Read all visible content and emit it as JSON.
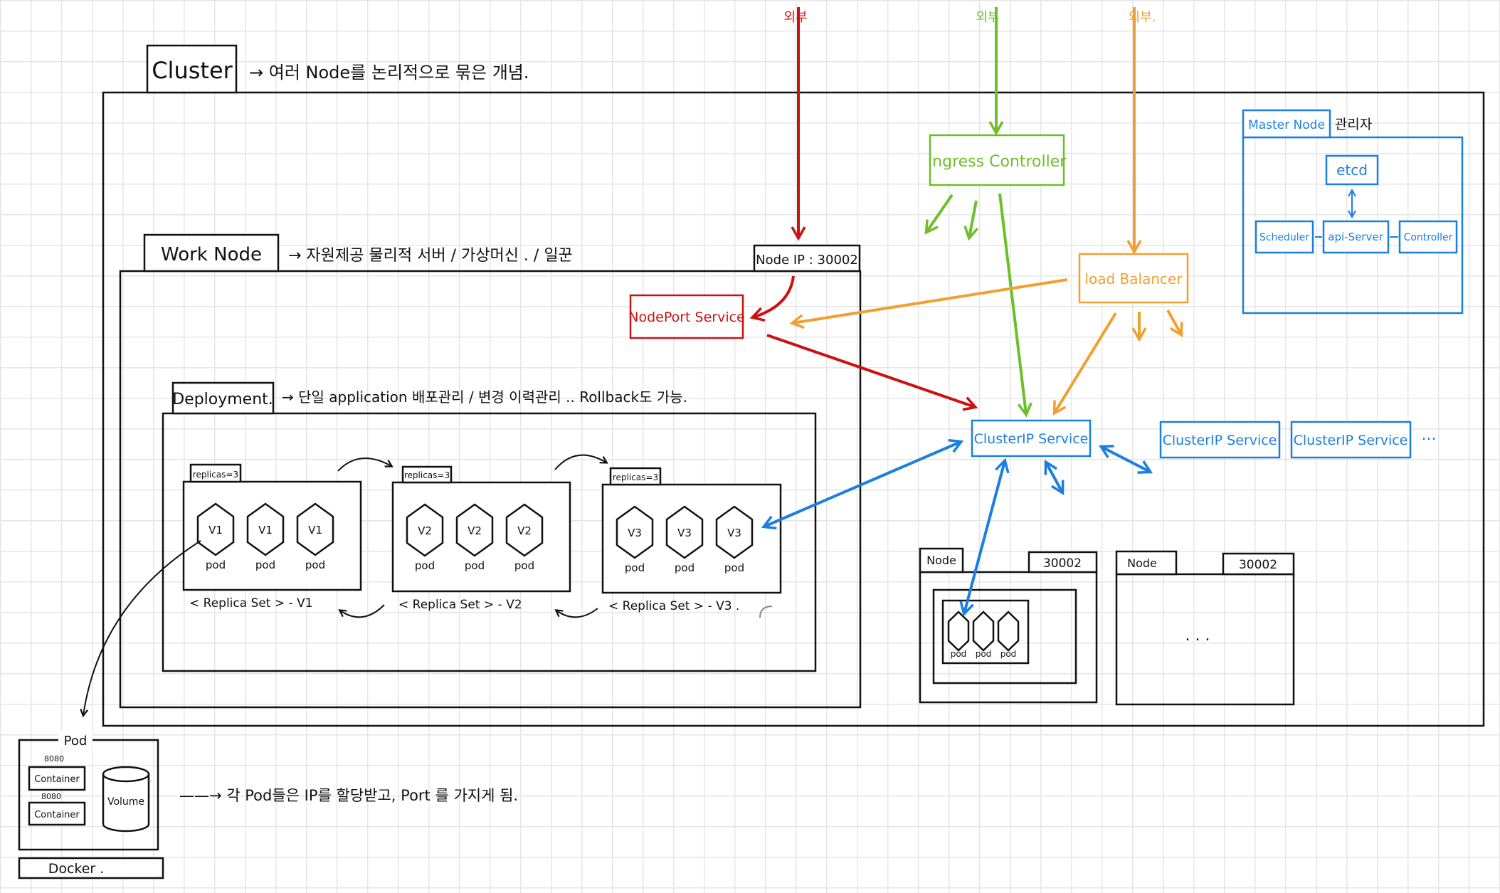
{
  "cluster": {
    "tab": "Cluster",
    "note": "→ 여러 Node를 논리적으로 묶은 개념."
  },
  "external": [
    "외부",
    "외부",
    "외부."
  ],
  "ingress": {
    "label": "Ingress Controller"
  },
  "load_balancer": {
    "label": "load Balancer"
  },
  "master": {
    "tab": "Master Node",
    "note": "관리자",
    "etcd": "etcd",
    "scheduler": "Scheduler",
    "api_server": "api-Server",
    "controller": "Controller"
  },
  "work_node": {
    "tab": "Work Node",
    "note": "→ 자원제공 물리적 서버 / 가상머신 . / 일꾼",
    "node_ip": "Node IP : 30002"
  },
  "nodeport": {
    "label": "NodePort Service"
  },
  "deployment": {
    "tab": "Deployment.",
    "note": "→ 단일 application 배포관리 / 변경 이력관리 .. Rollback도 가능."
  },
  "replica_sets": [
    {
      "replicas": "replicas=3",
      "pods": [
        "V1",
        "V1",
        "V1"
      ],
      "pod_label": "pod",
      "caption": "< Replica Set > - V1"
    },
    {
      "replicas": "replicas=3",
      "pods": [
        "V2",
        "V2",
        "V2"
      ],
      "pod_label": "pod",
      "caption": "< Replica Set > - V2"
    },
    {
      "replicas": "replicas=3",
      "pods": [
        "V3",
        "V3",
        "V3"
      ],
      "pod_label": "pod",
      "caption": "< Replica Set > - V3 ."
    }
  ],
  "cluster_ip_services": [
    "ClusterIP Service",
    "ClusterIP Service",
    "ClusterIP Service"
  ],
  "ellipsis": "...",
  "nodes": [
    {
      "tab": "Node",
      "port": "30002",
      "pods": [
        "pod",
        "pod",
        "pod"
      ]
    },
    {
      "tab": "Node",
      "port": "30002",
      "content": ". . ."
    }
  ],
  "pod_detail": {
    "title": "Pod",
    "port1": "8080",
    "container1": "Container",
    "port2": "8080",
    "container2": "Container",
    "volume": "Volume",
    "docker": "Docker .",
    "note": "——→ 각 Pod들은 IP를 할당받고, Port 를 가지게 됨."
  },
  "colors": {
    "ink": "#111111",
    "red": "#cc1111",
    "green": "#6cbf2a",
    "orange": "#f0a030",
    "blue": "#1a7fe0"
  }
}
